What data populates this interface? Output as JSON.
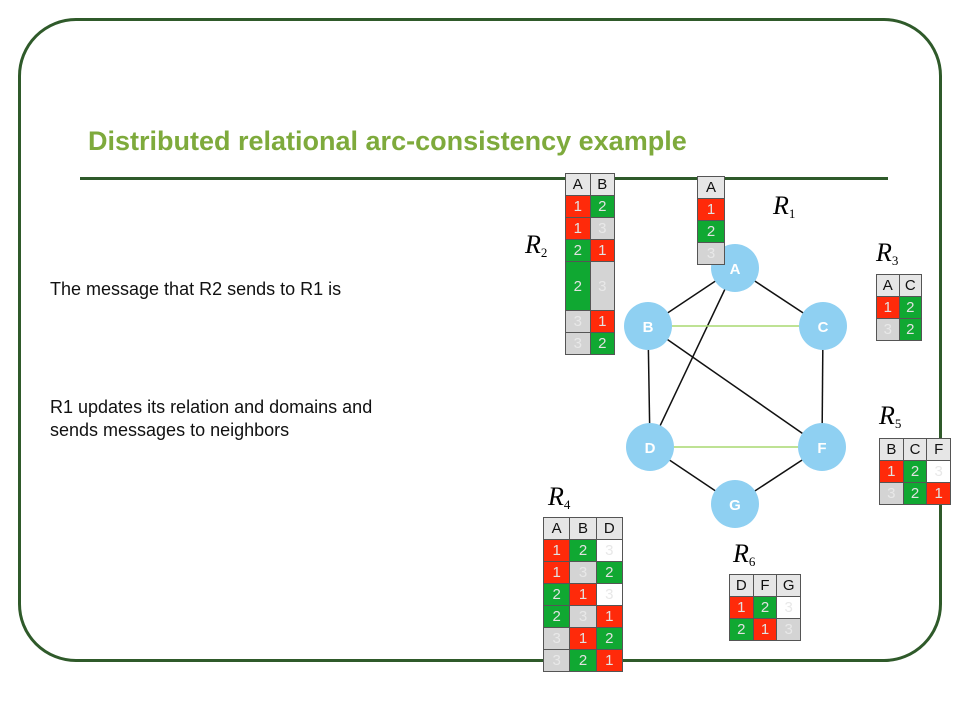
{
  "title": "Distributed relational arc-consistency example",
  "text1": "The message that R2 sends to R1 is",
  "text2_line1": "R1 updates its relation and domains and",
  "text2_line2": "sends messages to neighbors",
  "graph": {
    "nodes": [
      {
        "id": "A",
        "label": "A"
      },
      {
        "id": "B",
        "label": "B"
      },
      {
        "id": "C",
        "label": "C"
      },
      {
        "id": "D",
        "label": "D"
      },
      {
        "id": "F",
        "label": "F"
      },
      {
        "id": "G",
        "label": "G"
      }
    ]
  },
  "relations": {
    "R1": {
      "label": "R",
      "sub": "1",
      "headers": [
        "A"
      ],
      "rows": [
        [
          "1"
        ],
        [
          "2"
        ],
        [
          "3"
        ]
      ]
    },
    "R2": {
      "label": "R",
      "sub": "2",
      "headers": [
        "A",
        "B"
      ],
      "rows": [
        [
          "1",
          "2"
        ],
        [
          "1",
          "3"
        ],
        [
          "2",
          "1"
        ],
        [
          "2",
          "3"
        ],
        [
          "3",
          "1"
        ],
        [
          "3",
          "2"
        ]
      ]
    },
    "R3": {
      "label": "R",
      "sub": "3",
      "headers": [
        "A",
        "C"
      ],
      "rows": [
        [
          "1",
          "2"
        ],
        [
          "3",
          "2"
        ]
      ]
    },
    "R4": {
      "label": "R",
      "sub": "4",
      "headers": [
        "A",
        "B",
        "D"
      ],
      "rows": [
        [
          "1",
          "2",
          "3"
        ],
        [
          "1",
          "3",
          "2"
        ],
        [
          "2",
          "1",
          "3"
        ],
        [
          "2",
          "3",
          "1"
        ],
        [
          "3",
          "1",
          "2"
        ],
        [
          "3",
          "2",
          "1"
        ]
      ]
    },
    "R5": {
      "label": "R",
      "sub": "5",
      "headers": [
        "B",
        "C",
        "F"
      ],
      "rows": [
        [
          "1",
          "2",
          "3"
        ],
        [
          "3",
          "2",
          "1"
        ]
      ]
    },
    "R6": {
      "label": "R",
      "sub": "6",
      "headers": [
        "D",
        "F",
        "G"
      ],
      "rows": [
        [
          "1",
          "2",
          "3"
        ],
        [
          "2",
          "1",
          "3"
        ]
      ]
    }
  },
  "colors": {
    "title": "#7eaa3c",
    "frame": "#2f5a2a",
    "node_fill": "#8fd0f2",
    "node_label": "#ffffff",
    "edge": "#111111",
    "highlight_edge": "#a8d870",
    "cell_red": "#ff2a0a",
    "cell_green": "#10a832",
    "cell_gray": "#d4d4d4",
    "cell_white": "#ffffff"
  }
}
